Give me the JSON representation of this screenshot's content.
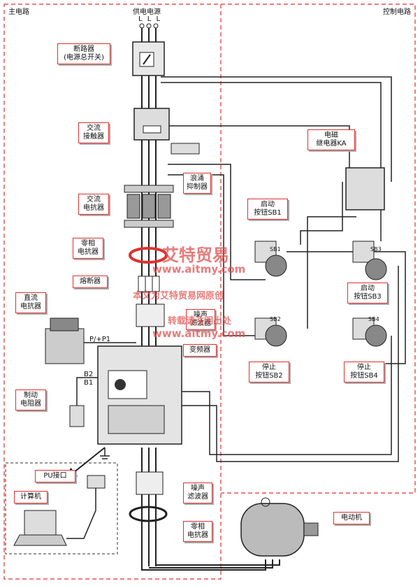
{
  "regions": {
    "main_circuit": "主电路",
    "power_supply": "供电电源",
    "control_circuit": "控制电路",
    "phases": "L L L"
  },
  "components": {
    "breaker": "断路器\n(电源总开关)",
    "contactor": "交流\n接触器",
    "surge_suppressor": "浪涌\n抑制器",
    "ac_reactor": "交流\n电抗器",
    "zero_phase_reactor_top": "零相\n电抗器",
    "fuse": "熔断器",
    "dc_reactor": "直流\n电抗器",
    "noise_filter_top": "噪声\n滤波器",
    "inverter": "变频器",
    "brake_resistor": "制动\n电阻器",
    "relay": "电磁\n继电器KA",
    "start_sb1": "启动\n按钮SB1",
    "stop_sb2": "停止\n按钮SB2",
    "start_sb3": "启动\n按钮SB3",
    "stop_sb4": "停止\n按钮SB4",
    "pu_port": "PU接口",
    "computer": "计算机",
    "noise_filter_bottom": "噪声\n滤波器",
    "zero_phase_reactor_bottom": "零相\n电抗器",
    "motor": "电动机"
  },
  "terminals": {
    "p_p1": "P/+P1",
    "b2": "B2",
    "b1": "B1",
    "sb1": "SB1",
    "sb2": "SB2",
    "sb3": "SB3",
    "sb4": "SB4"
  },
  "watermark": {
    "brand": "艾特贸易",
    "url1": "www.aitmy.com",
    "notice1": "本文为艾特贸易网原创",
    "notice2": "转载请注明出处",
    "url2": "www.aitmy.com"
  },
  "colors": {
    "label_border": "#e03030",
    "region_border": "#e03030",
    "wire": "#222222"
  }
}
